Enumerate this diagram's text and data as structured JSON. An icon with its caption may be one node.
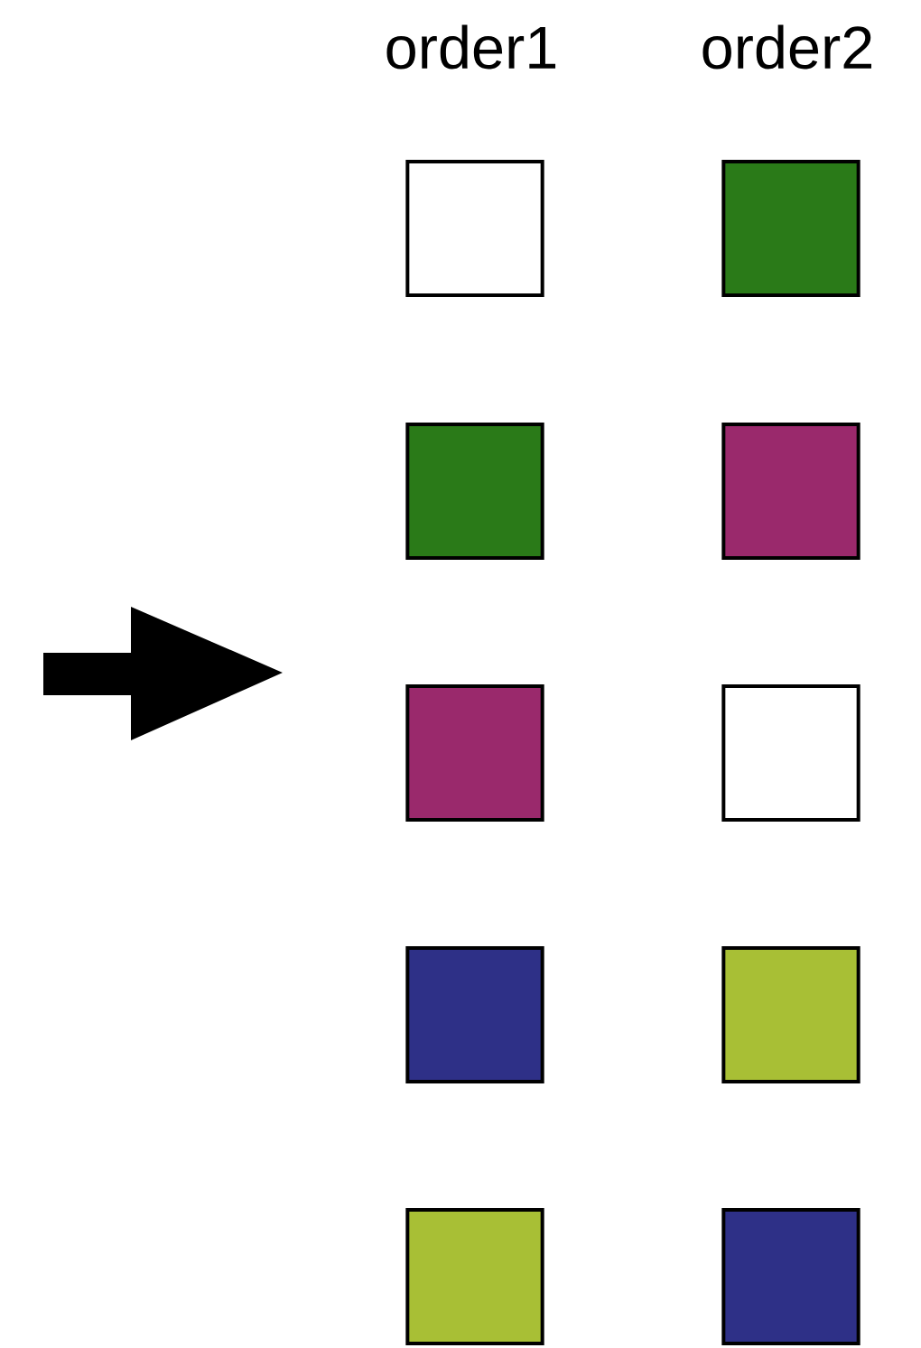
{
  "diagram": {
    "nodes": [
      {
        "text": [],
        "shape": "box"
      },
      {
        "text": [],
        "shape": "box"
      },
      {
        "text": [],
        "shape": "box"
      },
      {
        "text": [],
        "shape": "box"
      },
      {
        "text": [],
        "shape": "box"
      },
      {
        "text": [],
        "shape": "box"
      },
      {
        "text": [],
        "shape": "box"
      },
      {
        "text": [],
        "shape": "box"
      },
      {
        "text": [],
        "shape": "box"
      },
      {
        "text": [],
        "shape": "box"
      }
    ],
    "edges": [],
    "labels": [
      "order1",
      "order2"
    ]
  }
}
